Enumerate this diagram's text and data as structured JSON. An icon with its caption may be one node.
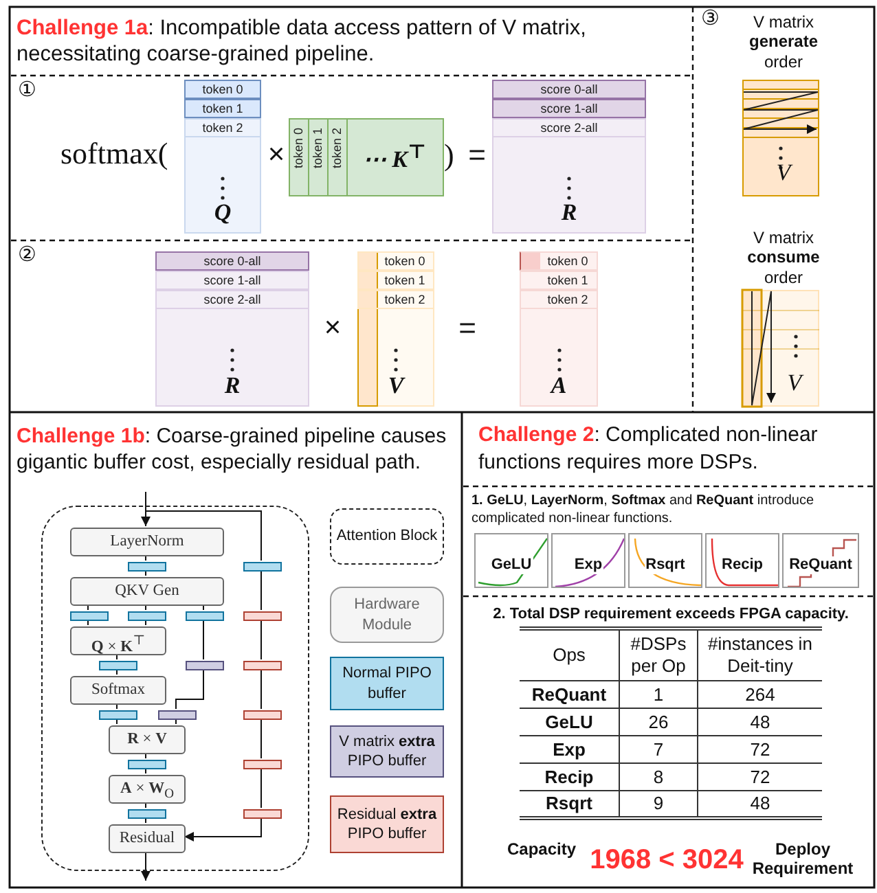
{
  "diagram": {
    "nodes": [
      {
        "text": [
          "token 0",
          "token 1",
          "token 2",
          "Q"
        ]
      },
      {
        "text": [
          "token 0",
          "token 1",
          "token 2",
          "⋯ K$^{⊤}$"
        ]
      },
      {
        "text": [
          "score 0-all",
          "score 1-all",
          "score 2-all",
          "R"
        ]
      },
      {
        "text": [
          "score 0-all",
          "score 1-all",
          "score 2-all",
          "R"
        ]
      },
      {
        "text": [
          "token 0",
          "token 1",
          "token 2",
          "V"
        ]
      },
      {
        "text": [
          "token 0",
          "token 1",
          "token 2",
          "A"
        ]
      },
      {
        "text": [
          "V"
        ],
        "beside": [
          "V matrix **generate** order"
        ]
      },
      {
        "text": [
          "V"
        ],
        "beside": [
          "V matrix **consume** order"
        ]
      },
      {
        "text": [],
        "shape": "box"
      },
      {
        "text": [
          "LayerNorm"
        ],
        "in": 8
      },
      {
        "text": [],
        "shape": "bar",
        "in": 8
      },
      {
        "text": [
          "QKV Gen"
        ],
        "in": 8
      },
      {
        "text": [],
        "shape": "bar",
        "in": 8
      },
      {
        "text": [],
        "shape": "bar",
        "in": 8
      },
      {
        "text": [],
        "shape": "bar",
        "in": 8
      },
      {
        "text": [
          "**Q** × **K**$^{⊤}$"
        ],
        "in": 8
      },
      {
        "text": [],
        "shape": "bar",
        "in": 8
      },
      {
        "text": [
          "Softmax"
        ],
        "in": 8
      },
      {
        "text": [],
        "shape": "bar",
        "in": 8
      },
      {
        "text": [],
        "shape": "bar",
        "in": 8
      },
      {
        "text": [],
        "shape": "bar",
        "in": 8
      },
      {
        "text": [
          "**R** × **V**"
        ],
        "in": 8
      },
      {
        "text": [],
        "shape": "bar",
        "in": 8
      },
      {
        "text": [
          "**A** × **W**$_{O}$"
        ],
        "in": 8
      },
      {
        "text": [],
        "shape": "bar",
        "in": 8
      },
      {
        "text": [
          "Residual"
        ],
        "in": 8
      },
      {
        "text": [],
        "shape": "bar",
        "in": 8
      },
      {
        "text": [],
        "shape": "bar",
        "in": 8
      },
      {
        "text": [],
        "shape": "bar",
        "in": 8
      },
      {
        "text": [],
        "shape": "bar",
        "in": 8
      },
      {
        "text": [],
        "shape": "bar",
        "in": 8
      },
      {
        "text": [],
        "shape": "bar",
        "in": 8
      },
      {
        "text": [
          "GeLU"
        ]
      },
      {
        "text": [
          "Exp"
        ]
      },
      {
        "text": [
          "Rsqrt"
        ]
      },
      {
        "text": [
          "Recip"
        ]
      },
      {
        "text": [
          "ReQuant"
        ]
      }
    ],
    "edges": [
      {
        "from": null,
        "to": 9,
        "arrow": "to"
      },
      {
        "from": null,
        "to": 26,
        "arrow": "none"
      },
      {
        "from": 9,
        "to": 10,
        "arrow": "none"
      },
      {
        "from": 10,
        "to": 11,
        "arrow": "none"
      },
      {
        "from": 11,
        "to": 12,
        "arrow": "none"
      },
      {
        "from": 11,
        "to": 13,
        "arrow": "none"
      },
      {
        "from": 11,
        "to": 14,
        "arrow": "none"
      },
      {
        "from": 12,
        "to": 15,
        "arrow": "none"
      },
      {
        "from": 13,
        "to": 15,
        "arrow": "none"
      },
      {
        "from": 15,
        "to": 16,
        "arrow": "none"
      },
      {
        "from": 16,
        "to": 17,
        "arrow": "none"
      },
      {
        "from": 17,
        "to": 18,
        "arrow": "none"
      },
      {
        "from": 18,
        "to": 21,
        "arrow": "none"
      },
      {
        "from": 14,
        "to": 19,
        "arrow": "none"
      },
      {
        "from": 19,
        "to": 20,
        "arrow": "none"
      },
      {
        "from": 20,
        "to": 21,
        "arrow": "none"
      },
      {
        "from": 21,
        "to": 22,
        "arrow": "none"
      },
      {
        "from": 22,
        "to": 23,
        "arrow": "none"
      },
      {
        "from": 23,
        "to": 24,
        "arrow": "none"
      },
      {
        "from": 24,
        "to": 25,
        "arrow": "none"
      },
      {
        "from": 26,
        "to": 27,
        "arrow": "none"
      },
      {
        "from": 27,
        "to": 28,
        "arrow": "none"
      },
      {
        "from": 28,
        "to": 29,
        "arrow": "none"
      },
      {
        "from": 29,
        "to": 30,
        "arrow": "none"
      },
      {
        "from": 30,
        "to": 31,
        "arrow": "none"
      },
      {
        "from": 31,
        "to": 25,
        "arrow": "to"
      },
      {
        "from": 25,
        "to": null,
        "arrow": "to"
      }
    ],
    "labels": [
      "**Challenge 1a**: Incompatible data access pattern of V matrix, necessitating coarse-grained pipeline.",
      "③",
      "①",
      "softmax(",
      "×",
      ")",
      "=",
      "②",
      "×",
      "=",
      "**Challenge 1b**: Coarse-grained pipeline causes gigantic buffer cost, especially residual path.",
      "**Challenge 2**:  Complicated non-linear functions requires more DSPs.",
      "**1. GeLU**, **LayerNorm**, **Softmax** and **ReQuant** introduce complicated non-linear functions.",
      "2. Total DSP requirement exceeds FPGA capacity.",
      "Ops",
      "#DSPs per Op",
      "#instances in Deit-tiny",
      "ReQuant",
      "1",
      "264",
      "GeLU",
      "26",
      "48",
      "Exp",
      "7",
      "72",
      "Recip",
      "8",
      "72",
      "Rsqrt",
      "9",
      "48",
      "Capacity",
      "1968 < 3024",
      "Deploy Requirement"
    ],
    "legend": [
      {
        "text": "Attention Block"
      },
      {
        "text": "Hardware Module"
      },
      {
        "text": "Normal PIPO buffer",
        "color": "#b1ddf0"
      },
      {
        "text": "V matrix **extra** PIPO buffer",
        "color": "#d0cee2"
      },
      {
        "text": "Residual **extra** PIPO buffer",
        "color": "#fad9d5"
      }
    ]
  }
}
